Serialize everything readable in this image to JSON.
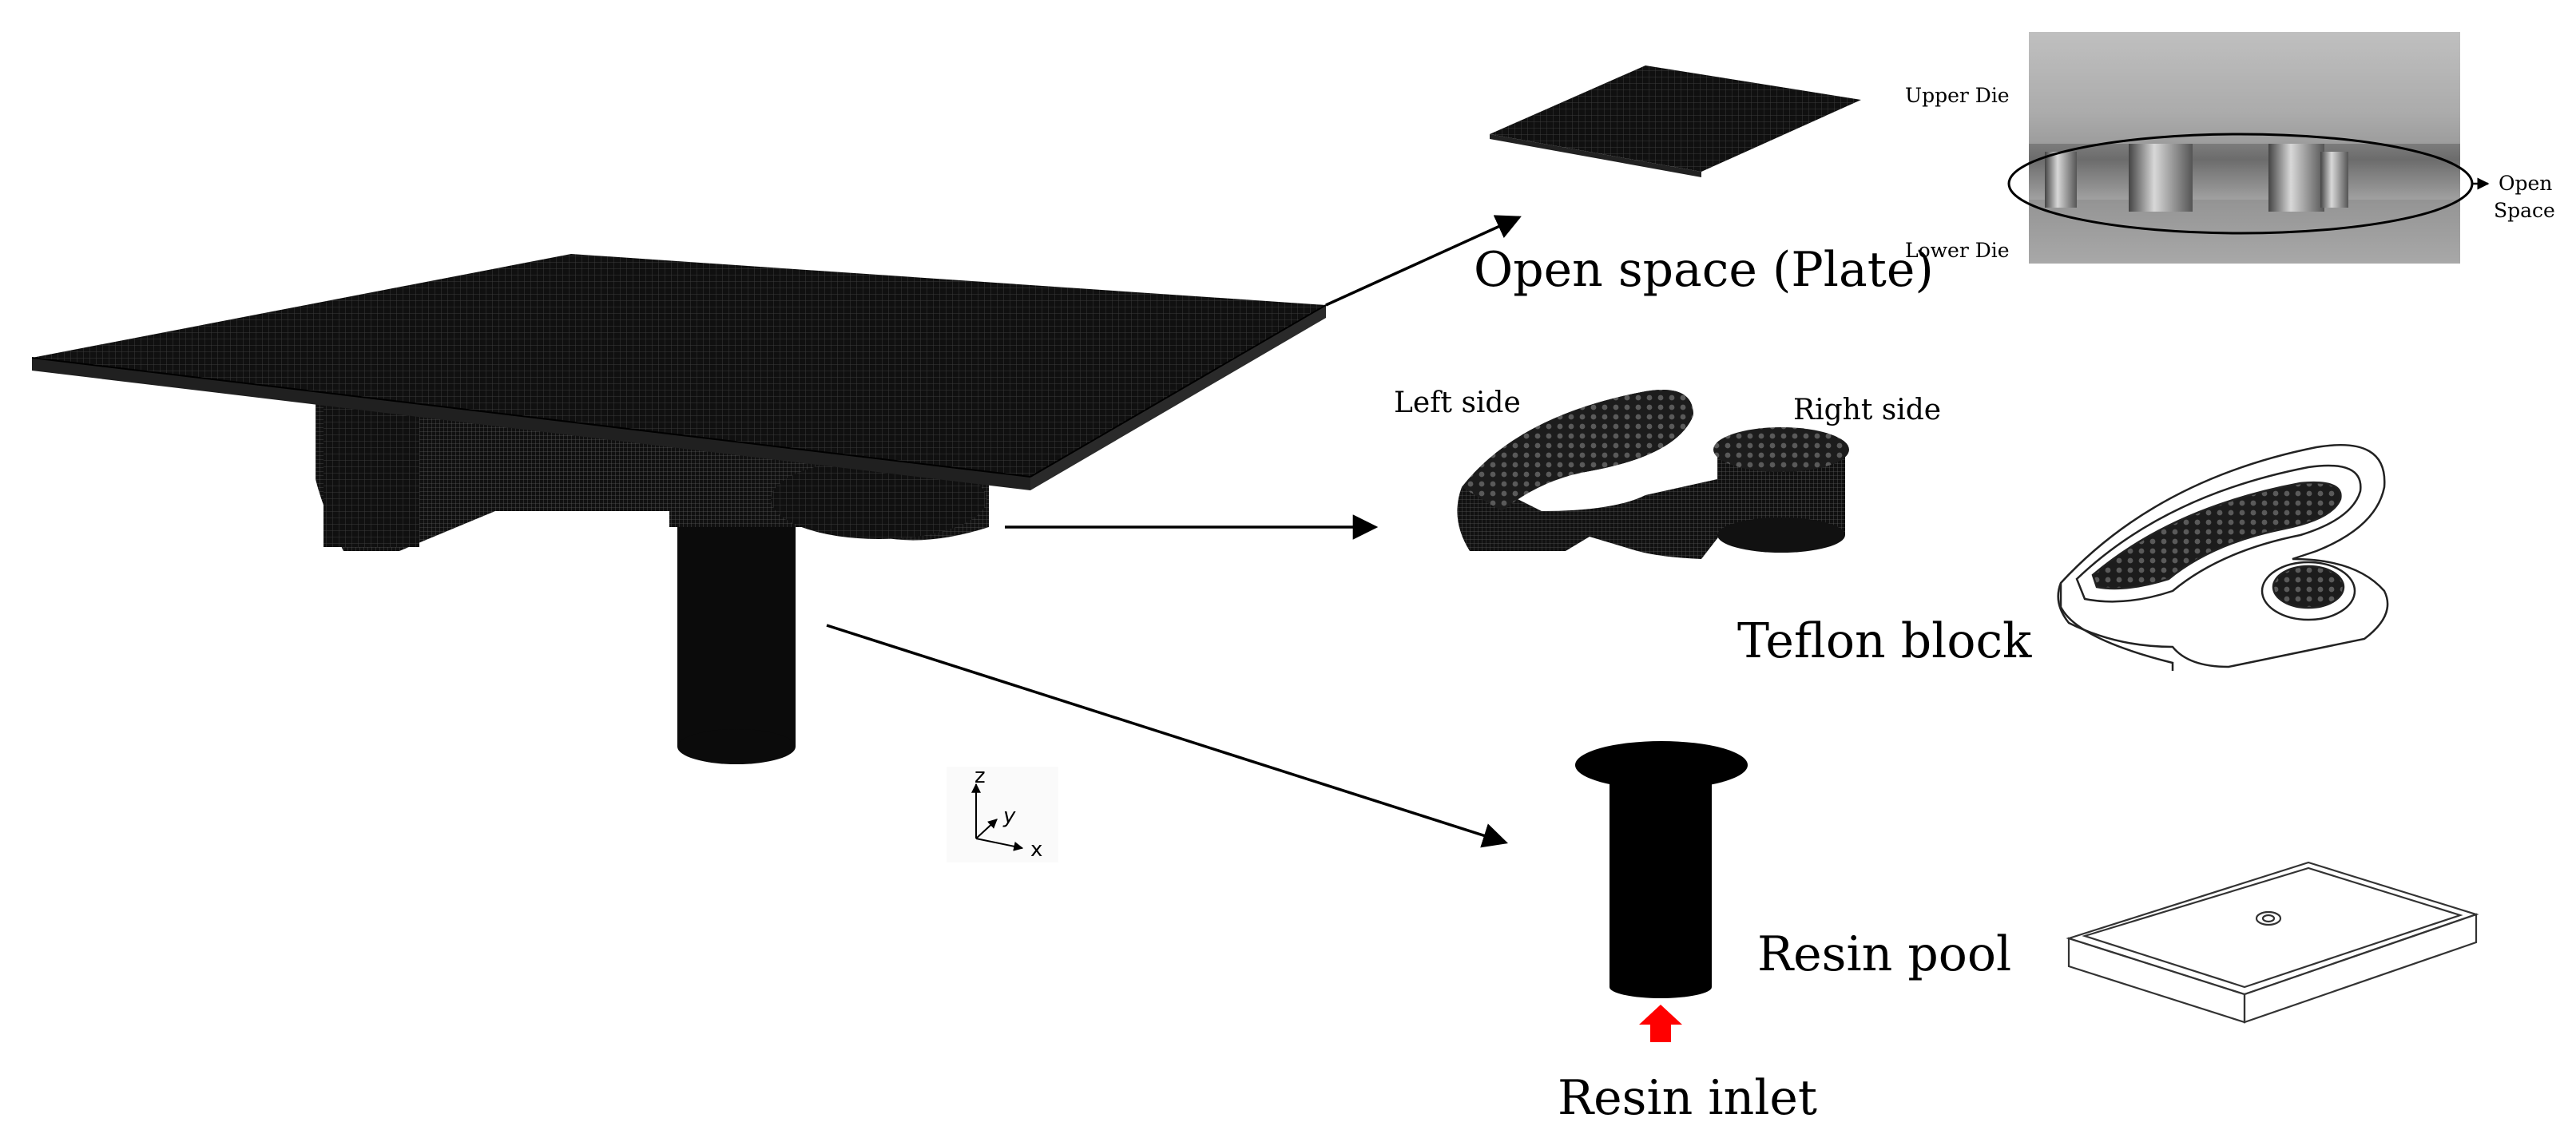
{
  "labels": {
    "open_space": "Open space (Plate)",
    "upper_die": "Upper Die",
    "lower_die": "Lower Die",
    "open_space_callout_line1": "Open",
    "open_space_callout_line2": "Space",
    "left_side": "Left side",
    "right_side": "Right side",
    "teflon_block": "Teflon block",
    "resin_pool": "Resin pool",
    "resin_inlet": "Resin inlet"
  },
  "axes": {
    "z": "z",
    "y": "y",
    "x": "x"
  },
  "colors": {
    "mesh": "#0a0a0a",
    "inlet_arrow": "#ff0000",
    "photo_metal": "#8f8f8f",
    "cad_line": "#222222"
  }
}
